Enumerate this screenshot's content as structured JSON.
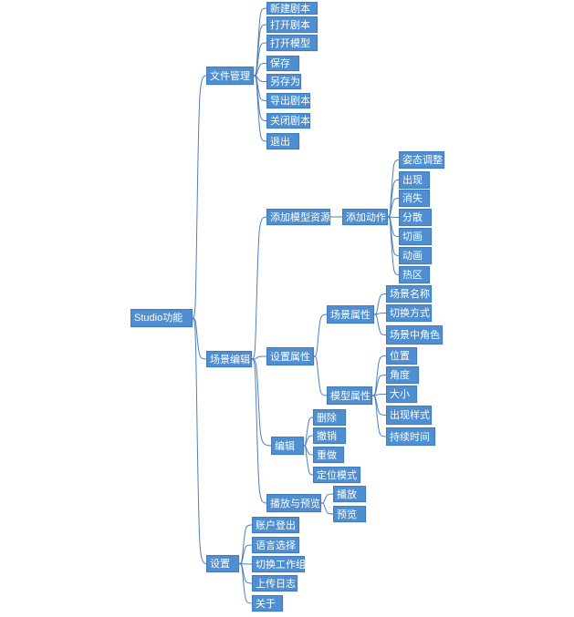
{
  "diagram": {
    "colors": {
      "node_fill": "#4f8ed0",
      "node_border": "#3f7cbf",
      "node_text": "#ffffff",
      "line": "#4f7fbf"
    },
    "root": {
      "label": "Studio功能",
      "children": [
        {
          "label": "文件管理",
          "children": [
            {
              "label": "新建剧本"
            },
            {
              "label": "打开剧本"
            },
            {
              "label": "打开模型"
            },
            {
              "label": "保存"
            },
            {
              "label": "另存为"
            },
            {
              "label": "导出剧本"
            },
            {
              "label": "关闭剧本"
            },
            {
              "label": "退出"
            }
          ]
        },
        {
          "label": "场景编辑",
          "children": [
            {
              "label": "添加模型资源",
              "children": [
                {
                  "label": "添加动作",
                  "children": [
                    {
                      "label": "姿态调整"
                    },
                    {
                      "label": "出现"
                    },
                    {
                      "label": "消失"
                    },
                    {
                      "label": "分散"
                    },
                    {
                      "label": "切画"
                    },
                    {
                      "label": "动画"
                    },
                    {
                      "label": "热区"
                    }
                  ]
                }
              ]
            },
            {
              "label": "设置属性",
              "children": [
                {
                  "label": "场景属性",
                  "children": [
                    {
                      "label": "场景名称"
                    },
                    {
                      "label": "切换方式"
                    },
                    {
                      "label": "场景中角色"
                    }
                  ]
                },
                {
                  "label": "模型属性",
                  "children": [
                    {
                      "label": "位置"
                    },
                    {
                      "label": "角度"
                    },
                    {
                      "label": "大小"
                    },
                    {
                      "label": "出现样式"
                    },
                    {
                      "label": "持续时间"
                    }
                  ]
                }
              ]
            },
            {
              "label": "编辑",
              "children": [
                {
                  "label": "删除"
                },
                {
                  "label": "撤销"
                },
                {
                  "label": "重做"
                },
                {
                  "label": "定位模式"
                }
              ]
            },
            {
              "label": "播放与预览",
              "children": [
                {
                  "label": "播放"
                },
                {
                  "label": "预览"
                }
              ]
            }
          ]
        },
        {
          "label": "设置",
          "children": [
            {
              "label": "账户登出"
            },
            {
              "label": "语言选择"
            },
            {
              "label": "切换工作组"
            },
            {
              "label": "上传日志"
            },
            {
              "label": "关于"
            }
          ]
        }
      ]
    }
  }
}
